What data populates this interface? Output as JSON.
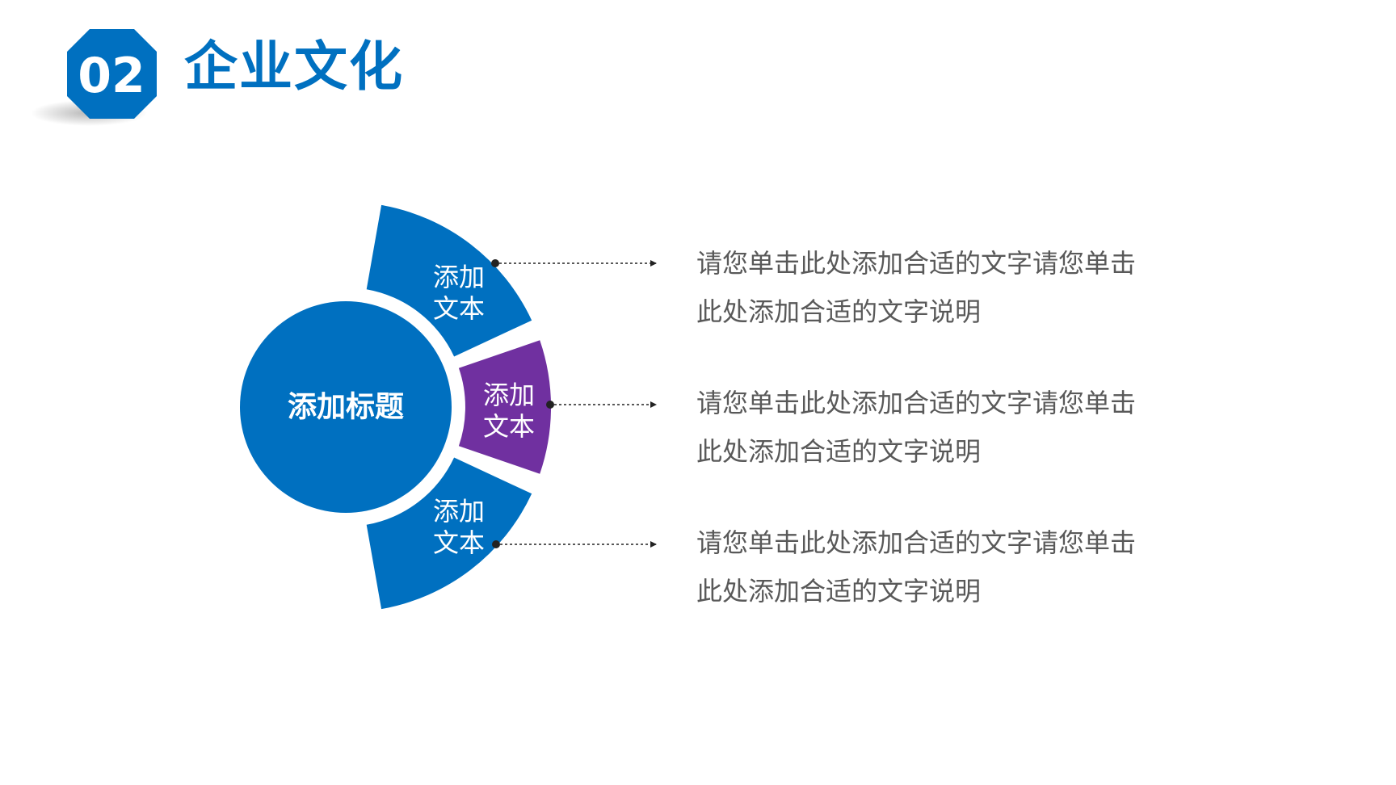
{
  "header": {
    "number": "02",
    "title": "企业文化"
  },
  "diagram": {
    "center_label": "添加标题",
    "segments": [
      {
        "line1": "添加",
        "line2": "文本"
      },
      {
        "line1": "添加",
        "line2": "文本"
      },
      {
        "line1": "添加",
        "line2": "文本"
      }
    ]
  },
  "descriptions": [
    {
      "line1": "请您单击此处添加合适的文字请您单击",
      "line2": "此处添加合适的文字说明"
    },
    {
      "line1": "请您单击此处添加合适的文字请您单击",
      "line2": "此处添加合适的文字说明"
    },
    {
      "line1": "请您单击此处添加合适的文字请您单击",
      "line2": "此处添加合适的文字说明"
    }
  ],
  "colors": {
    "primary_blue": "#0070C0",
    "accent_purple": "#7030A0",
    "text_gray": "#595959",
    "connector": "#222222"
  }
}
